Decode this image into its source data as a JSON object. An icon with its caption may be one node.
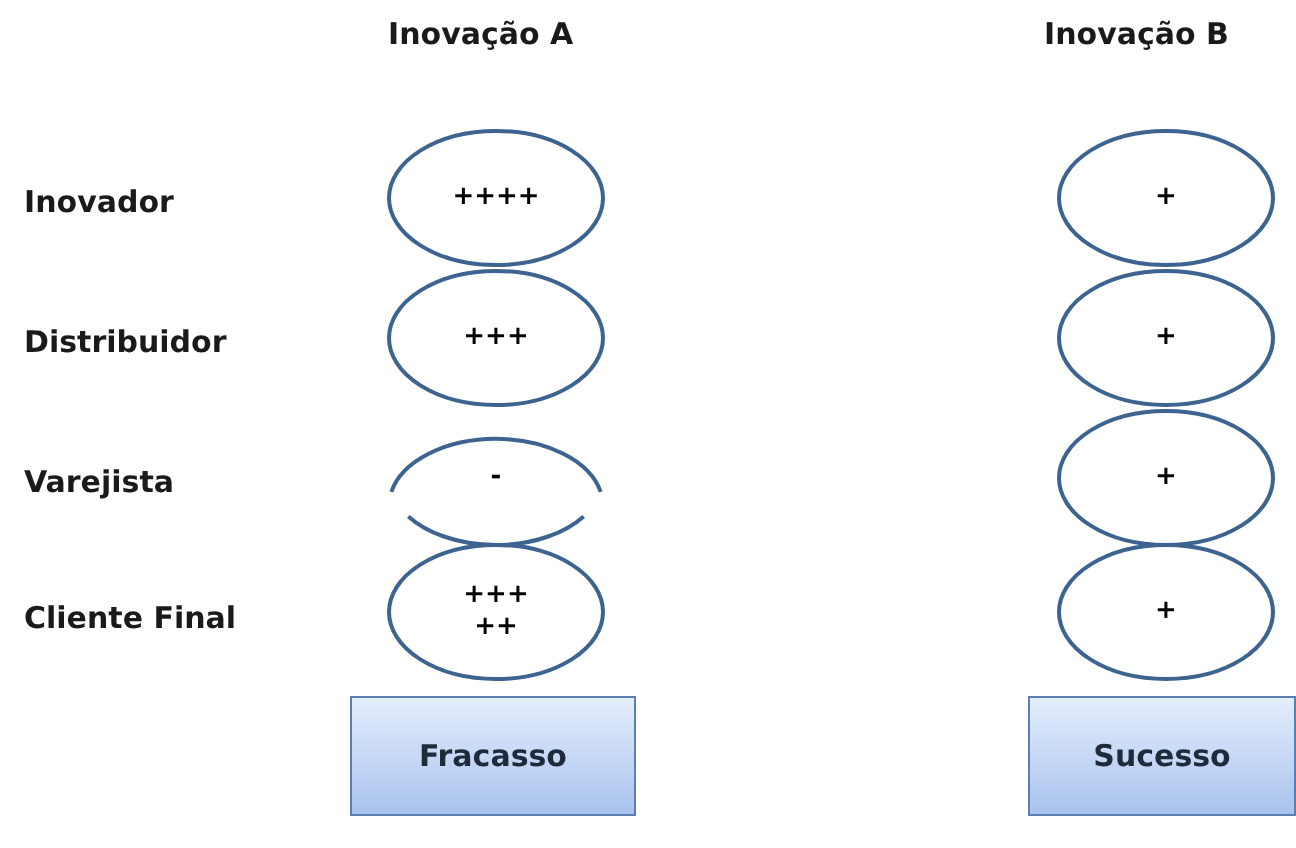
{
  "diagram": {
    "nodes": [
      {
        "text": [
          "++++"
        ]
      },
      {
        "text": [
          "+"
        ]
      },
      {
        "text": [
          "+++"
        ]
      },
      {
        "text": [
          "+"
        ]
      },
      {
        "text": [
          "-"
        ]
      },
      {
        "text": [
          "+"
        ]
      },
      {
        "text": [
          "+++ ++"
        ]
      },
      {
        "text": [
          "+"
        ]
      },
      {
        "text": [
          "Fracasso"
        ]
      },
      {
        "text": [
          "Sucesso"
        ]
      }
    ],
    "edges": [],
    "labels": [
      "Inovação A",
      "Inovação B",
      "Inovador",
      "Distribuidor",
      "Varejista",
      "Cliente Final"
    ]
  }
}
